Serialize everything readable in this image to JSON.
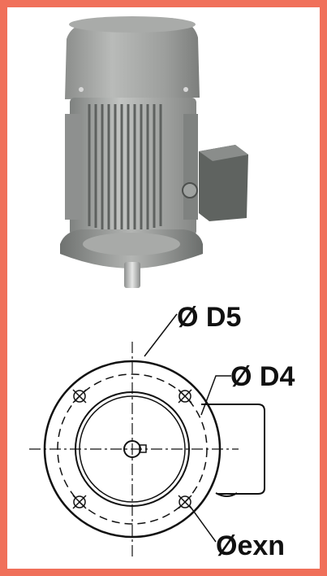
{
  "labels": {
    "d5": "Ø D5",
    "d4": "Ø D4",
    "exn": "Øexn"
  },
  "colors": {
    "frame": "#f0705a",
    "drawing": "#111111",
    "motor_body": "#9a9c9a",
    "motor_dark": "#5f6360"
  },
  "icons": {
    "photo": "electric-motor-photo",
    "drawing": "flange-technical-drawing"
  }
}
